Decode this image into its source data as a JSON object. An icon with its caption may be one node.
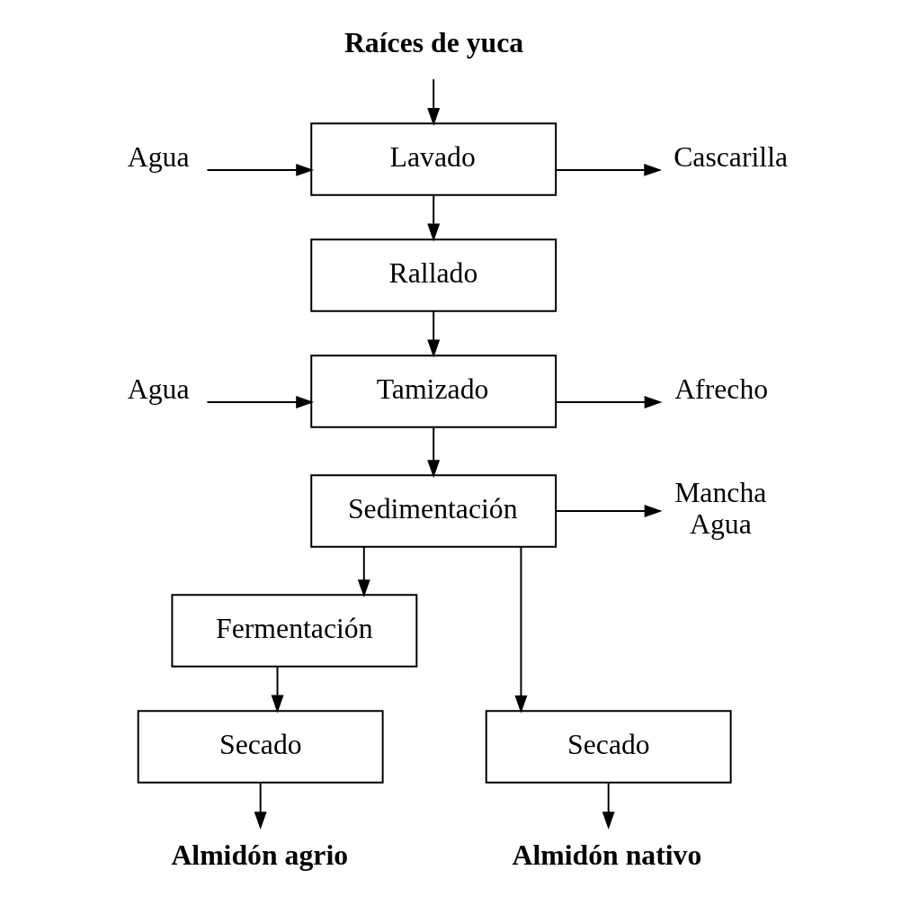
{
  "diagram": {
    "nodes": [
      {
        "text": [
          "Raíces de yuca"
        ]
      },
      {
        "text": [
          "Agua"
        ]
      },
      {
        "text": [
          "Lavado"
        ]
      },
      {
        "text": [
          "Cascarilla"
        ]
      },
      {
        "text": [
          "Rallado"
        ]
      },
      {
        "text": [
          "Agua"
        ]
      },
      {
        "text": [
          "Tamizado"
        ]
      },
      {
        "text": [
          "Afrecho"
        ]
      },
      {
        "text": [
          "Sedimentación"
        ]
      },
      {
        "text": [
          "Mancha",
          "Agua"
        ]
      },
      {
        "text": [
          "Fermentación"
        ]
      },
      {
        "text": [
          "Secado"
        ]
      },
      {
        "text": [
          "Secado"
        ]
      },
      {
        "text": [
          "Almidón nativo"
        ]
      },
      {
        "text": [
          "Almidón agrio"
        ]
      }
    ],
    "edges": [
      {
        "from": 0,
        "to": 2,
        "arrow": "to"
      },
      {
        "from": 1,
        "to": 2,
        "arrow": "to"
      },
      {
        "from": 2,
        "to": 3,
        "arrow": "to"
      },
      {
        "from": 2,
        "to": 4,
        "arrow": "to"
      },
      {
        "from": 4,
        "to": 6,
        "arrow": "to"
      },
      {
        "from": 5,
        "to": 6,
        "arrow": "to"
      },
      {
        "from": 6,
        "to": 7,
        "arrow": "to"
      },
      {
        "from": 6,
        "to": 8,
        "arrow": "to"
      },
      {
        "from": 8,
        "to": 9,
        "arrow": "to"
      },
      {
        "from": 8,
        "to": 10,
        "arrow": "to"
      },
      {
        "from": 8,
        "to": 11,
        "arrow": "to"
      },
      {
        "from": 10,
        "to": 12,
        "arrow": "to"
      },
      {
        "from": 11,
        "to": 13,
        "arrow": "to"
      },
      {
        "from": 12,
        "to": 14,
        "arrow": "to"
      }
    ]
  }
}
